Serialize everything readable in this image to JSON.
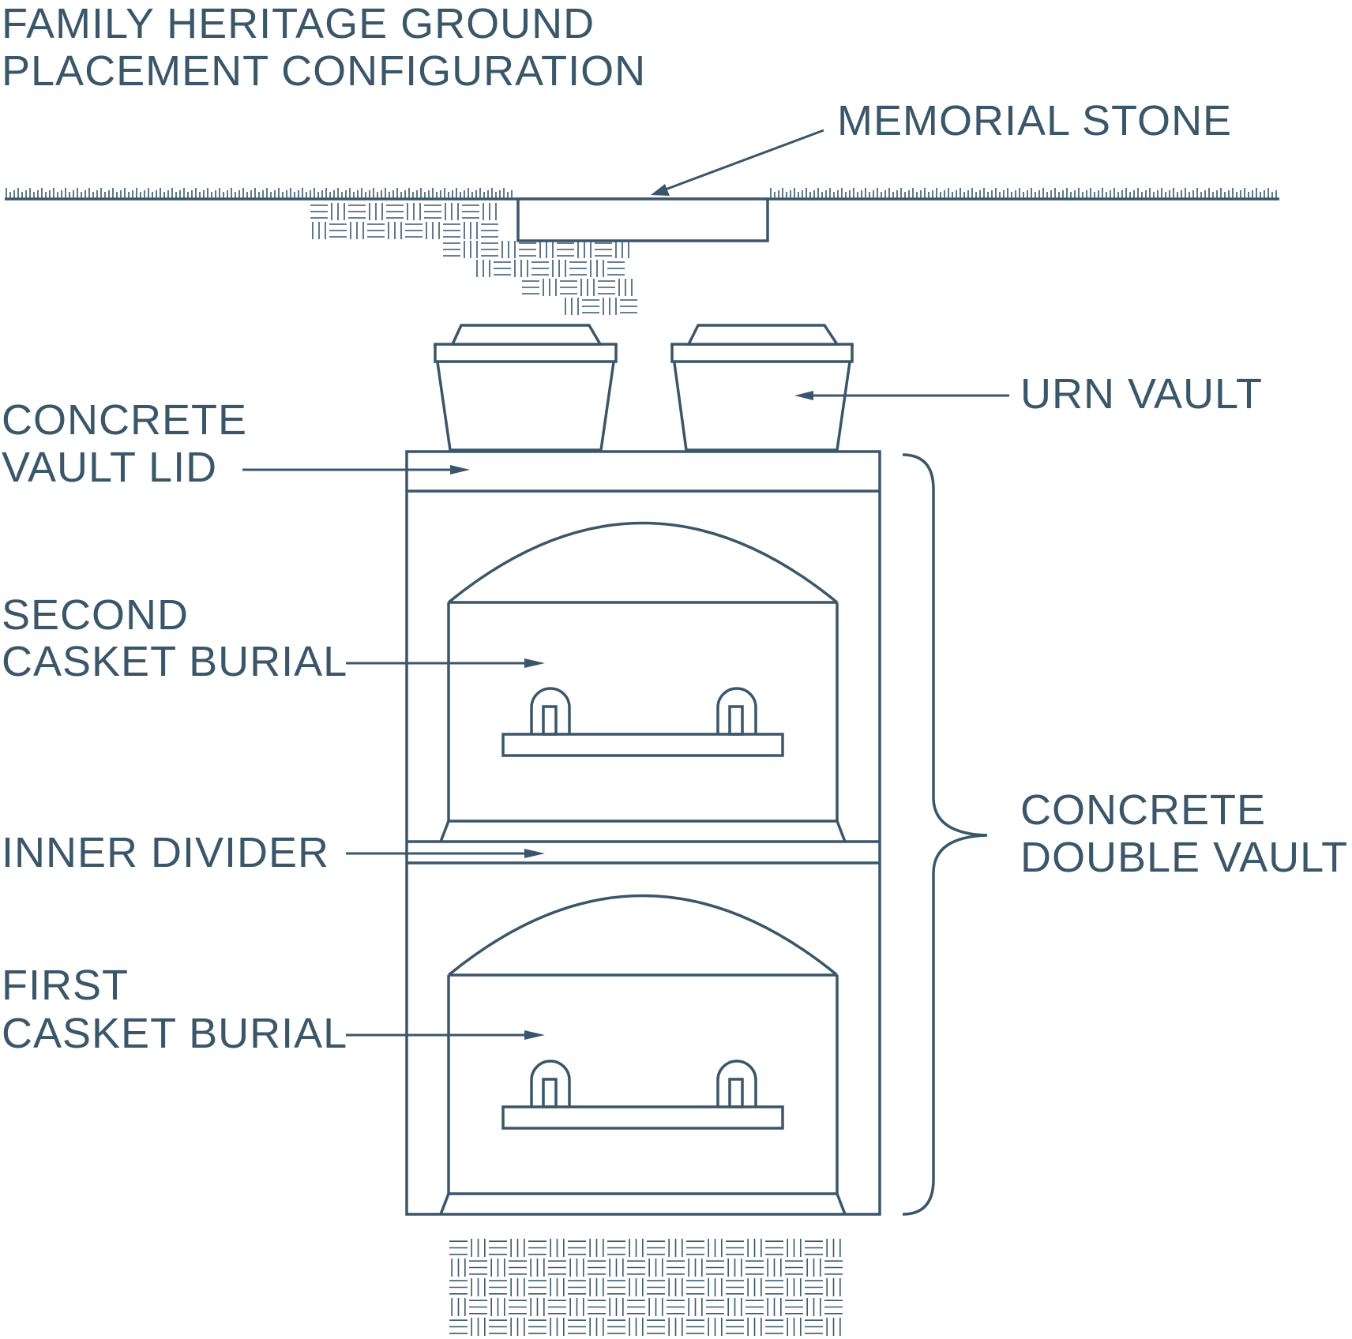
{
  "title": {
    "line1": "FAMILY HERITAGE GROUND",
    "line2": "PLACEMENT CONFIGURATION"
  },
  "labels": {
    "memorial_stone": "MEMORIAL STONE",
    "urn_vault": "URN VAULT",
    "concrete_vault_lid": {
      "line1": "CONCRETE",
      "line2": "VAULT LID"
    },
    "second_casket_burial": {
      "line1": "SECOND",
      "line2": "CASKET BURIAL"
    },
    "inner_divider": "INNER DIVIDER",
    "first_casket_burial": {
      "line1": "FIRST",
      "line2": "CASKET BURIAL"
    },
    "concrete_double_vault": {
      "line1": "CONCRETE",
      "line2": "DOUBLE VAULT"
    }
  },
  "colors": {
    "line": "#3a576a",
    "background": "#ffffff"
  }
}
